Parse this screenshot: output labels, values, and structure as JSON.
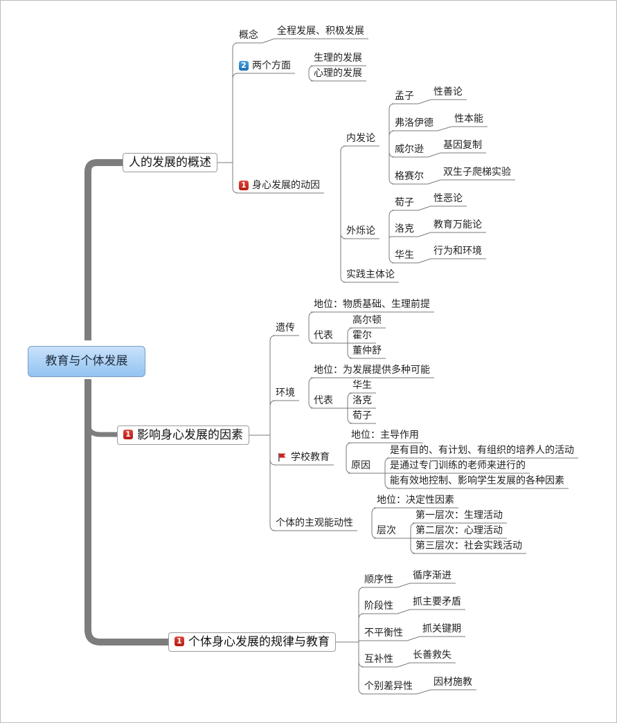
{
  "center": "教育与个体发展",
  "branches": [
    {
      "label": "人的发展的概述",
      "children": [
        {
          "label": "概念",
          "children": [
            {
              "label": "全程发展、积极发展"
            }
          ]
        },
        {
          "label": "两个方面",
          "badge": "2",
          "children": [
            {
              "label": "生理的发展"
            },
            {
              "label": "心理的发展"
            }
          ]
        },
        {
          "label": "身心发展的动因",
          "badge": "1",
          "children": [
            {
              "label": "内发论",
              "children": [
                {
                  "label": "孟子",
                  "children": [
                    {
                      "label": "性善论"
                    }
                  ]
                },
                {
                  "label": "弗洛伊德",
                  "children": [
                    {
                      "label": "性本能"
                    }
                  ]
                },
                {
                  "label": "威尔逊",
                  "children": [
                    {
                      "label": "基因复制"
                    }
                  ]
                },
                {
                  "label": "格赛尔",
                  "children": [
                    {
                      "label": "双生子爬梯实验"
                    }
                  ]
                }
              ]
            },
            {
              "label": "外烁论",
              "children": [
                {
                  "label": "荀子",
                  "children": [
                    {
                      "label": "性恶论"
                    }
                  ]
                },
                {
                  "label": "洛克",
                  "children": [
                    {
                      "label": "教育万能论"
                    }
                  ]
                },
                {
                  "label": "华生",
                  "children": [
                    {
                      "label": "行为和环境"
                    }
                  ]
                }
              ]
            },
            {
              "label": "实践主体论"
            }
          ]
        }
      ]
    },
    {
      "label": "影响身心发展的因素",
      "badge": "1",
      "children": [
        {
          "label": "遗传",
          "children": [
            {
              "label": "地位：物质基础、生理前提"
            },
            {
              "label": "代表",
              "children": [
                {
                  "label": "高尔顿"
                },
                {
                  "label": "霍尔"
                },
                {
                  "label": "董仲舒"
                }
              ]
            }
          ]
        },
        {
          "label": "环境",
          "children": [
            {
              "label": "地位：为发展提供多种可能"
            },
            {
              "label": "代表",
              "children": [
                {
                  "label": "华生"
                },
                {
                  "label": "洛克"
                },
                {
                  "label": "荀子"
                }
              ]
            }
          ]
        },
        {
          "label": "学校教育",
          "flag": true,
          "children": [
            {
              "label": "地位：主导作用"
            },
            {
              "label": "原因",
              "children": [
                {
                  "label": "是有目的、有计划、有组织的培养人的活动"
                },
                {
                  "label": "是通过专门训练的老师来进行的"
                },
                {
                  "label": "能有效地控制、影响学生发展的各种因素"
                }
              ]
            }
          ]
        },
        {
          "label": "个体的主观能动性",
          "children": [
            {
              "label": "地位：决定性因素"
            },
            {
              "label": "层次",
              "children": [
                {
                  "label": "第一层次：生理活动"
                },
                {
                  "label": "第二层次：心理活动"
                },
                {
                  "label": "第三层次：社会实践活动"
                }
              ]
            }
          ]
        }
      ]
    },
    {
      "label": "个体身心发展的规律与教育",
      "badge": "1",
      "children": [
        {
          "label": "顺序性",
          "children": [
            {
              "label": "循序渐进"
            }
          ]
        },
        {
          "label": "阶段性",
          "children": [
            {
              "label": "抓主要矛盾"
            }
          ]
        },
        {
          "label": "不平衡性",
          "children": [
            {
              "label": "抓关键期"
            }
          ]
        },
        {
          "label": "互补性",
          "children": [
            {
              "label": "长善救失"
            }
          ]
        },
        {
          "label": "个别差异性",
          "children": [
            {
              "label": "因材施教"
            }
          ]
        }
      ]
    }
  ],
  "colors": {
    "line": "#7a7a7a",
    "trunk": "#7d7d7d",
    "center_top": "#c9e2fb",
    "center_bottom": "#92c3f1",
    "badge_red": "#c8241b",
    "badge_blue": "#2a86c8",
    "flag": "#d21f1f"
  }
}
